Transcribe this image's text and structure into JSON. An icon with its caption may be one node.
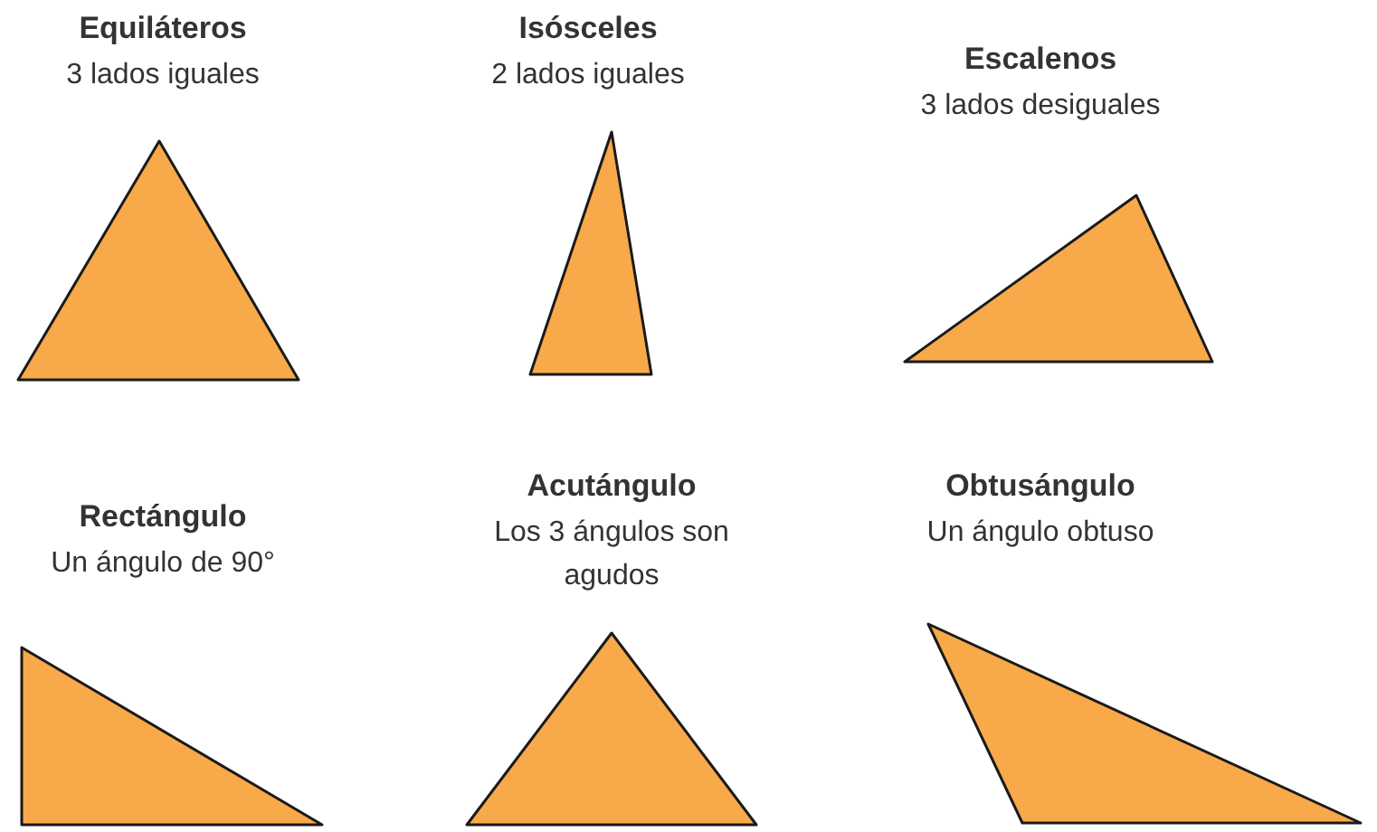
{
  "diagram": {
    "nodes": [
      {
        "text": [
          "Equiláteros",
          "3 lados iguales"
        ]
      },
      {
        "text": [
          "Isósceles",
          "2 lados iguales"
        ]
      },
      {
        "text": [
          "Escalenos",
          "3 lados desiguales"
        ]
      },
      {
        "text": [
          "Rectángulo",
          "Un ángulo de 90°"
        ]
      },
      {
        "text": [
          "Acutángulo",
          "Los 3 ángulos son agudos"
        ]
      },
      {
        "text": [
          "Obtusángulo",
          "Un ángulo obtuso"
        ]
      }
    ]
  }
}
